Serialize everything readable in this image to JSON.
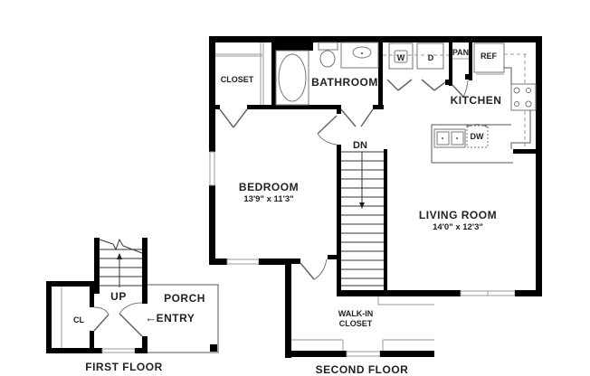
{
  "plan": {
    "second_floor": {
      "label": "SECOND FLOOR",
      "rooms": {
        "closet": "CLOSET",
        "bathroom": "BATHROOM",
        "kitchen": "KITCHEN",
        "bedroom": {
          "name": "BEDROOM",
          "dimensions": "13'9\" x 11'3\""
        },
        "living_room": {
          "name": "LIVING ROOM",
          "dimensions": "14'0\" x 12'3\""
        },
        "walk_in_closet": {
          "line1": "WALK-IN",
          "line2": "CLOSET"
        }
      },
      "appliances": {
        "washer": "W",
        "dryer": "D",
        "pantry": "PAN",
        "refrigerator": "REF",
        "dishwasher": "DW"
      },
      "stair_label": "DN"
    },
    "first_floor": {
      "label": "FIRST FLOOR",
      "rooms": {
        "closet": "CL",
        "porch": "PORCH"
      },
      "stair_label": "UP",
      "entry_label": "ENTRY",
      "entry_arrow": "←"
    }
  }
}
